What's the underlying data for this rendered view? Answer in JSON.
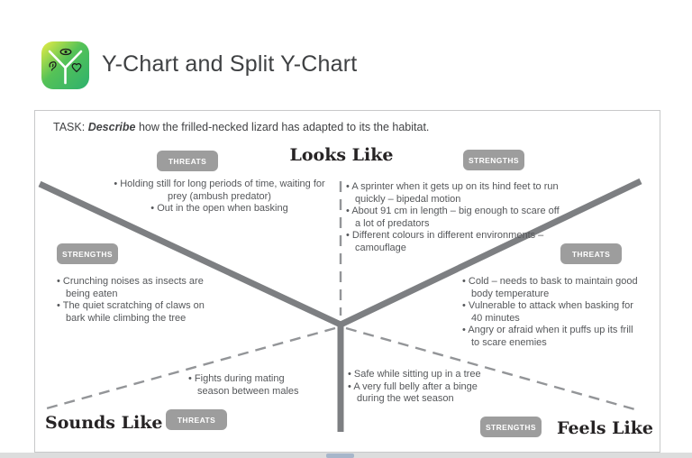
{
  "header": {
    "title": "Y-Chart and Split Y-Chart"
  },
  "task": {
    "label": "TASK:",
    "emphasis": "Describe",
    "text": "how the frilled-necked lizard has adapted to its the habitat."
  },
  "badge_labels": {
    "threats": "THREATS",
    "strengths": "STRENGTHS"
  },
  "sections": {
    "looks_like": {
      "label": "Looks Like",
      "threats": [
        "Holding still for long periods of time, waiting for prey (ambush predator)",
        "Out in the open when basking"
      ],
      "strengths": [
        "A sprinter when it gets up on its hind feet to run quickly – bipedal motion",
        "About 91 cm in length – big enough to scare off a lot of predators",
        "Different colours in different environments – camouflage"
      ]
    },
    "sounds_like": {
      "label": "Sounds Like",
      "strengths": [
        "Crunching noises as insects are being eaten",
        "The quiet scratching of claws on bark while climbing the tree"
      ],
      "threats": [
        "Fights during mating season between males"
      ]
    },
    "feels_like": {
      "label": "Feels Like",
      "threats": [
        "Cold – needs to bask to maintain good body temperature",
        "Vulnerable to attack when basking for 40 minutes",
        "Angry or afraid when it puffs up its frill to scare enemies"
      ],
      "strengths": [
        "Safe while sitting up in a tree",
        "A very full belly after a binge during the wet season"
      ]
    }
  },
  "colors": {
    "solid_line": "#7d7f82",
    "dashed_line": "#939598",
    "badge_bg": "#9d9d9d",
    "body_text": "#55575a",
    "label_text": "#262324",
    "icon_gradient_start": "#e9ed44",
    "icon_gradient_end": "#2db16e"
  }
}
